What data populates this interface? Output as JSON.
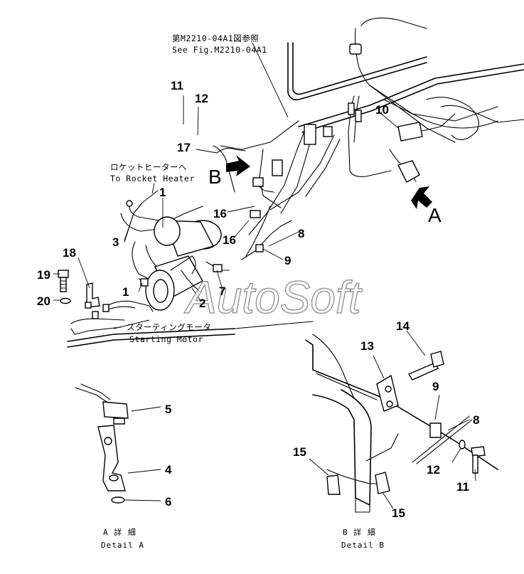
{
  "references": {
    "fig_ref_jp": "第M2210-04A1図参照",
    "fig_ref_en": "See Fig.M2210-04A1",
    "rocket_heater_jp": "ロケットヒーターへ",
    "rocket_heater_en": "To Rocket Heater",
    "starting_motor_jp": "スターティングモータ",
    "starting_motor_en": "Starting Motor"
  },
  "view_letters": {
    "a": "A",
    "b": "B"
  },
  "details": {
    "a_jp": "A 詳 細",
    "a_en": "Detail A",
    "b_jp": "B 詳 細",
    "b_en": "Detail B"
  },
  "watermark": "AutoSoft",
  "callouts": {
    "main": [
      "11",
      "12",
      "17",
      "10",
      "1",
      "3",
      "16",
      "16",
      "8",
      "9",
      "18",
      "19",
      "20",
      "1",
      "7",
      "2"
    ],
    "detail_a": [
      "5",
      "4",
      "6"
    ],
    "detail_b": [
      "14",
      "13",
      "9",
      "8",
      "12",
      "11",
      "15",
      "15"
    ]
  }
}
